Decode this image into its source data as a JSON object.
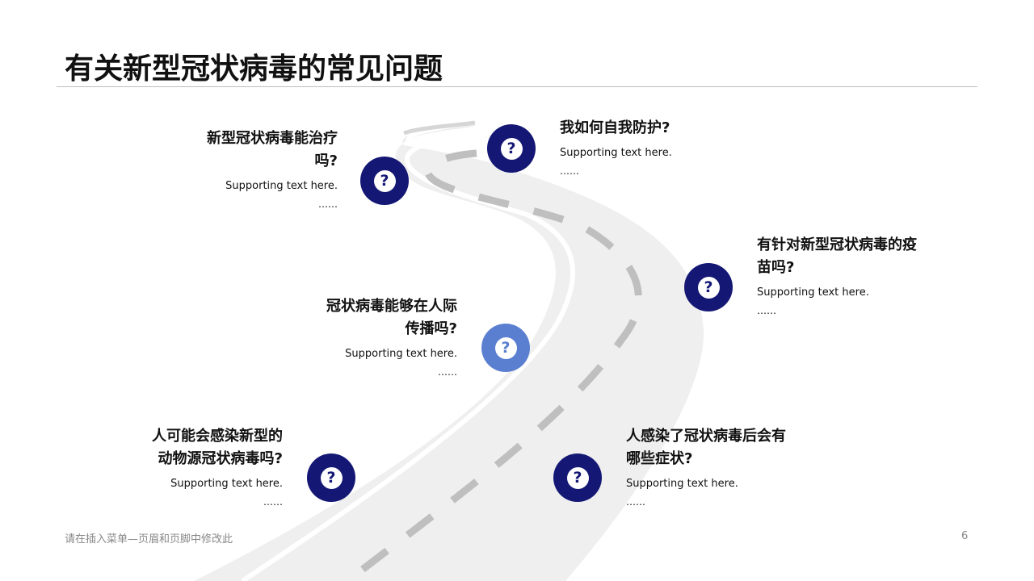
{
  "title": "有关新型冠状病毒的常见问题",
  "questions": [
    {
      "title": "新型冠状病毒能治疗吗?",
      "title_line1": "新型冠状病毒能治疗",
      "title_line2": "吗?",
      "body": "Supporting  text here.",
      "more": "……"
    },
    {
      "title": "我如何自我防护?",
      "body": "Supporting  text here.",
      "more": "……"
    },
    {
      "title_line1": "有针对新型冠状病毒的疫",
      "title_line2": "苗吗?",
      "body": "Supporting  text here.",
      "more": "……"
    },
    {
      "title_line1": "冠状病毒能够在人际",
      "title_line2": "传播吗?",
      "body": "Supporting  text here.",
      "more": "……"
    },
    {
      "title_line1": "人可能会感染新型的",
      "title_line2": "动物源冠状病毒吗?",
      "body": "Supporting  text here.",
      "more": "……"
    },
    {
      "title_line1": "人感染了冠状病毒后会有",
      "title_line2": "哪些症状?",
      "body": "Supporting  text here.",
      "more": "……"
    }
  ],
  "marker_symbol": "?",
  "marker_icon": "question-mark-icon",
  "colors": {
    "marker": "#141874",
    "marker_highlight": "#5a7fd0",
    "road": "#efefef",
    "road_dash": "#bfbfbf"
  },
  "footer": {
    "text": "请在插入菜单—页眉和页脚中修改此",
    "page_number": "6"
  }
}
